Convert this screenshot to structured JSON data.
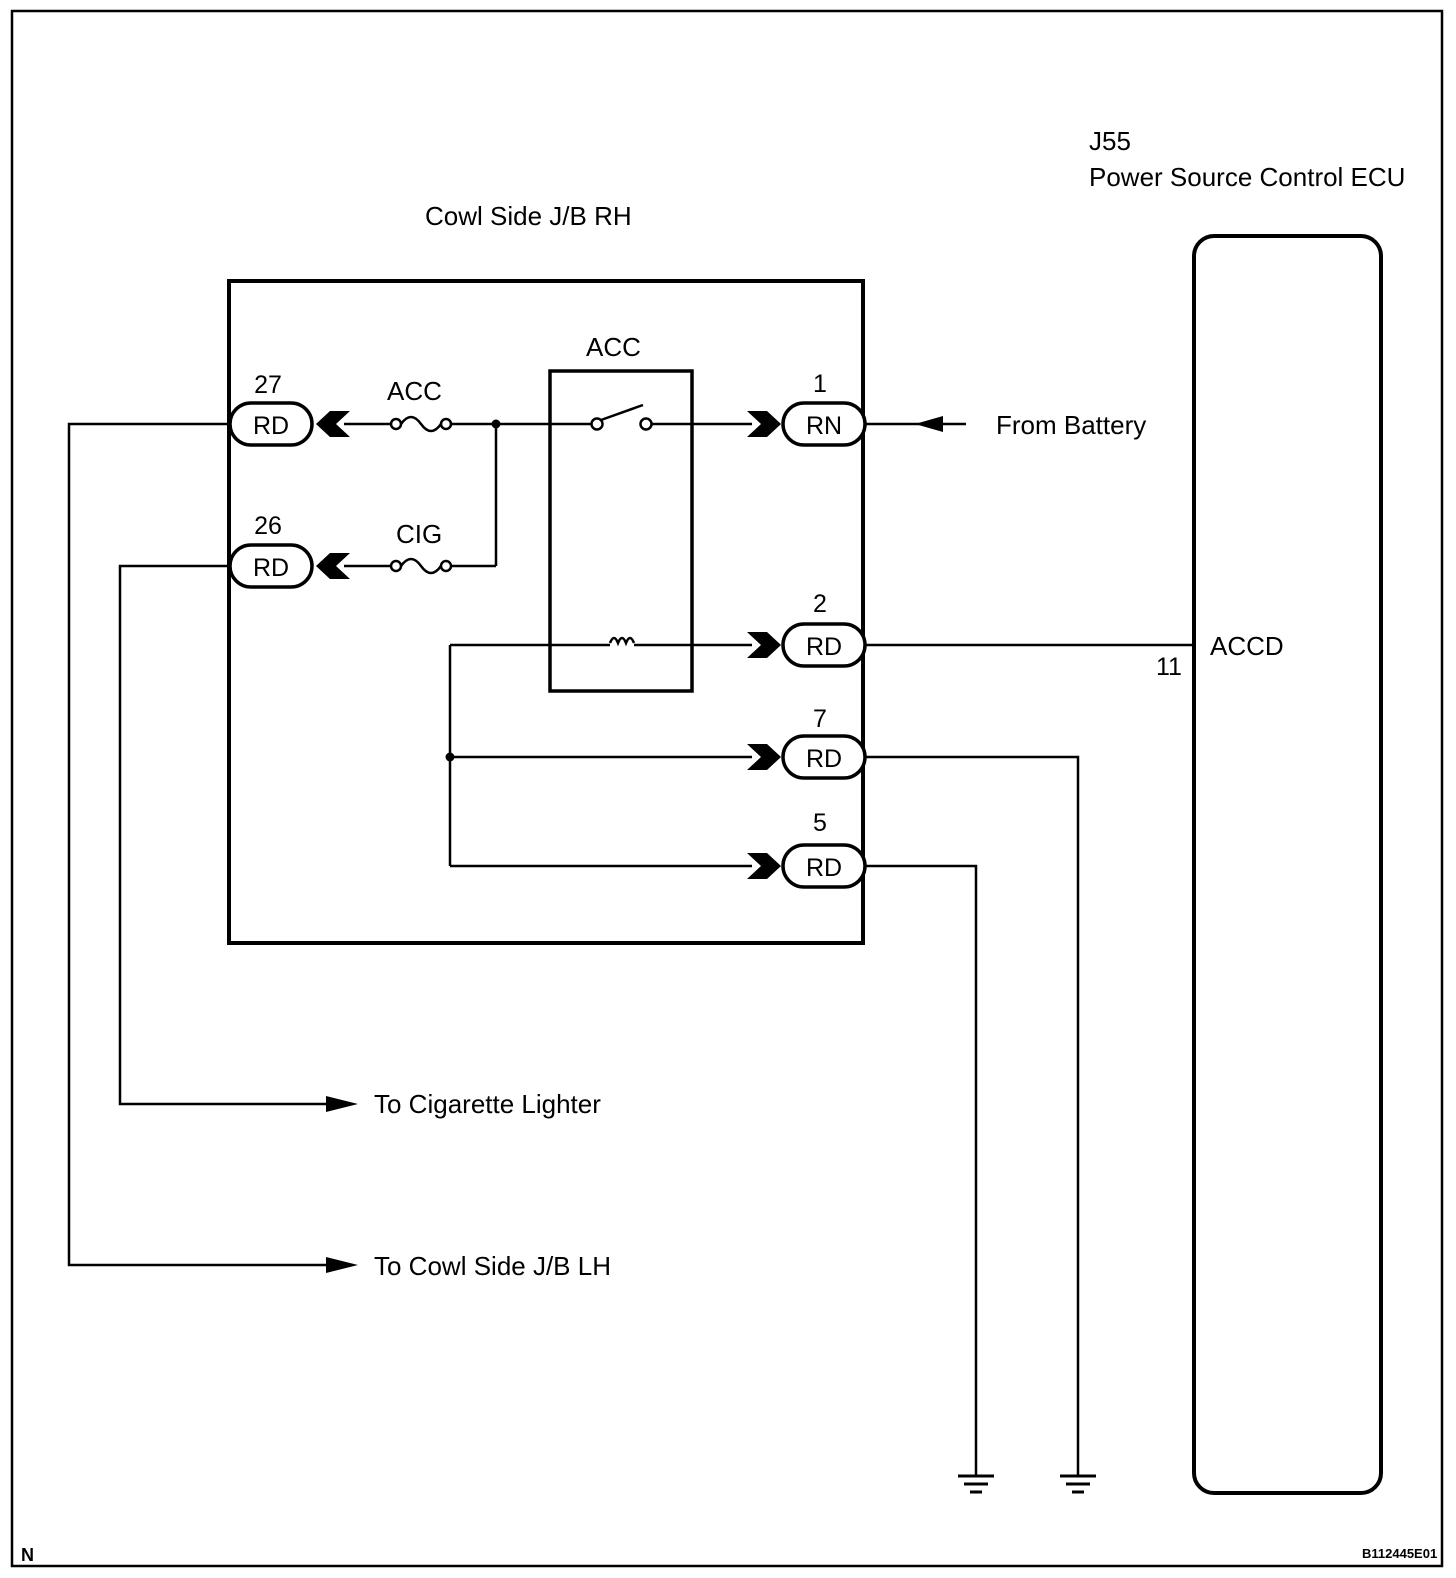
{
  "ecu": {
    "code": "J55",
    "name": "Power Source Control ECU",
    "terminal_number": "11",
    "terminal_name": "ACCD"
  },
  "junction_block": {
    "name": "Cowl Side J/B RH",
    "relay_label": "ACC",
    "fuse_acc_label": "ACC",
    "fuse_cig_label": "CIG"
  },
  "pins": {
    "p27": {
      "number": "27",
      "color": "RD"
    },
    "p26": {
      "number": "26",
      "color": "RD"
    },
    "p1": {
      "number": "1",
      "color": "RN"
    },
    "p2": {
      "number": "2",
      "color": "RD"
    },
    "p7": {
      "number": "7",
      "color": "RD"
    },
    "p5": {
      "number": "5",
      "color": "RD"
    }
  },
  "labels": {
    "from_battery": "From Battery",
    "to_cigarette_lighter": "To Cigarette Lighter",
    "to_cowl_side_lh": "To Cowl Side J/B LH",
    "corner_n": "N",
    "figure_code": "B112445E01"
  }
}
